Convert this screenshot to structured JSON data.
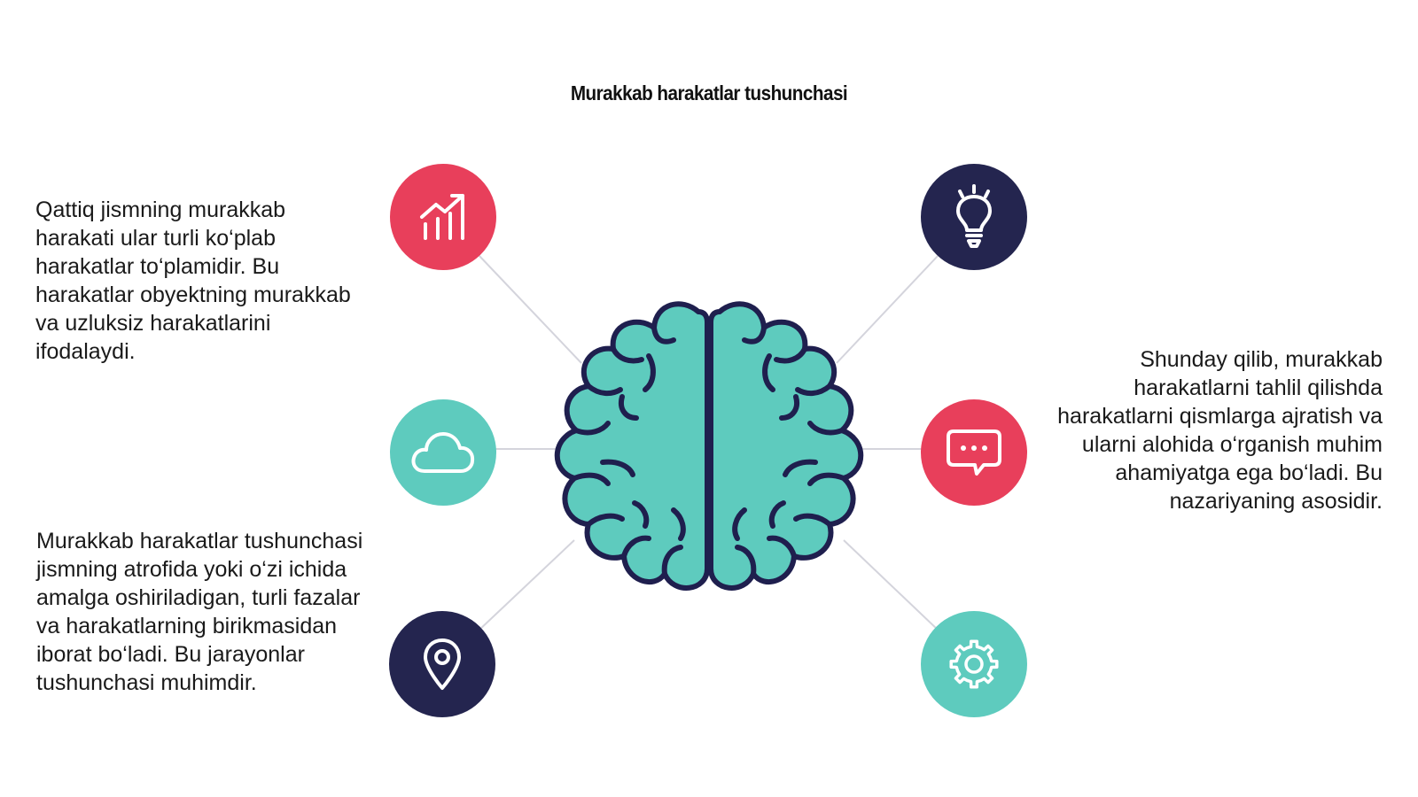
{
  "slide": {
    "title": "Murakkab harakatlar tushunchasi",
    "text_top_left": "Qattiq jismning murakkab harakati ular turli ko‘plab harakatlar to‘plamidir. Bu harakatlar obyektning murakkab va uzluksiz harakatlarini ifodalaydi.",
    "text_bottom_left": "Murakkab harakatlar tushunchasi jismning atrofida yoki o‘zi ichida amalga oshiriladigan, turli fazalar va harakatlarning birikmasidan iborat bo‘ladi. Bu jarayonlar tushunchasi muhimdir.",
    "text_right": "Shunday qilib, murakkab harakatlarni tahlil qilishda harakatlarni qismlarga ajratish va ularni alohida o‘rganish muhim ahamiyatga ega bo‘ladi. Bu nazariyaning asosidir."
  },
  "icons": {
    "chart": {
      "name": "chart-growth-icon",
      "color": "#E83F5B"
    },
    "cloud": {
      "name": "cloud-icon",
      "color": "#5ECBBE"
    },
    "pin": {
      "name": "location-pin-icon",
      "color": "#24254F"
    },
    "bulb": {
      "name": "lightbulb-icon",
      "color": "#24254F"
    },
    "chat": {
      "name": "chat-bubble-icon",
      "color": "#E83F5B"
    },
    "gear": {
      "name": "gear-icon",
      "color": "#5ECBBE"
    }
  },
  "brain": {
    "name": "brain-icon",
    "fill": "#5ECBBE",
    "outline": "#1F1F4E"
  },
  "colors": {
    "connector": "#D4D4DC",
    "text": "#1A1A1A"
  }
}
